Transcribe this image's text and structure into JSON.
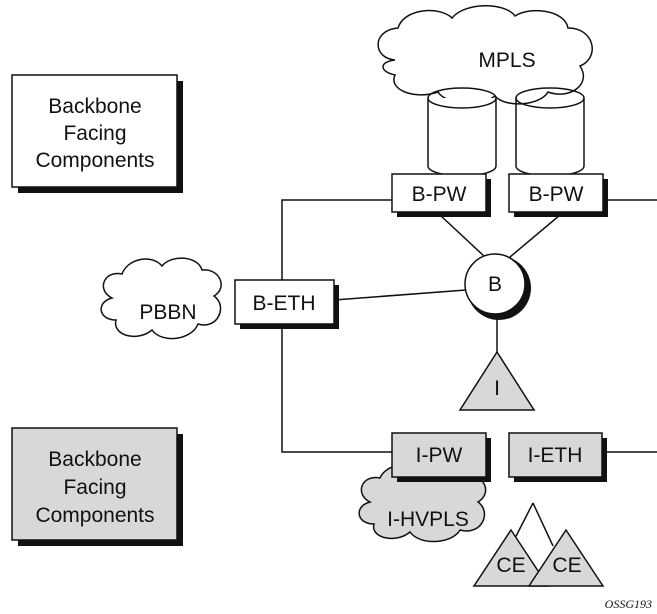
{
  "legend": {
    "backbone_box_label_1": "Backbone",
    "backbone_box_label_2": "Facing",
    "backbone_box_label_3": "Components",
    "shaded_box_label_1": "Backbone",
    "shaded_box_label_2": "Facing",
    "shaded_box_label_3": "Components"
  },
  "clouds": {
    "mpls": "MPLS",
    "pbbn": "PBBN",
    "ihvpls": "I-HVPLS"
  },
  "nodes": {
    "bpw_left": "B-PW",
    "bpw_right": "B-PW",
    "beth": "B-ETH",
    "b_circle": "B",
    "i_triangle": "I",
    "ipw": "I-PW",
    "ieth": "I-ETH",
    "ce_left": "CE",
    "ce_right": "CE"
  },
  "figure_id": "OSSG193",
  "colors": {
    "shade": "#d8d8d8",
    "stroke": "#111111",
    "background": "#ffffff"
  }
}
